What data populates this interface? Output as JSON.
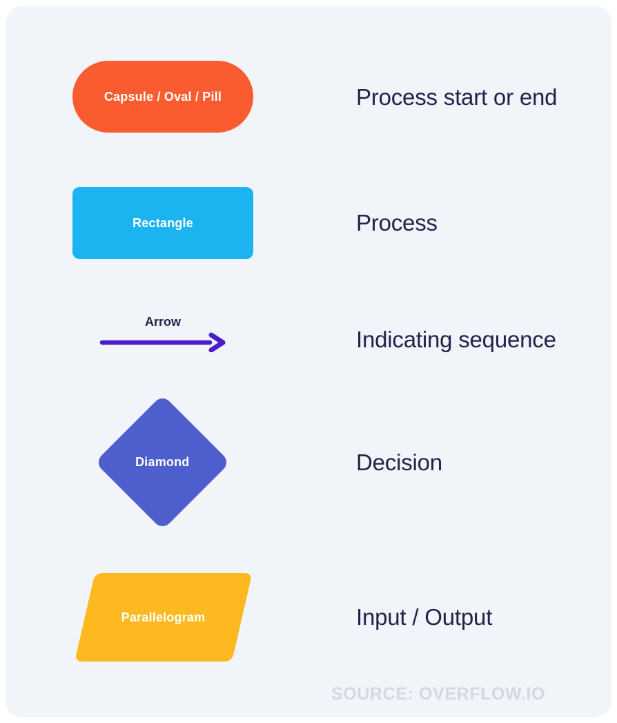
{
  "page": {
    "outer_background": "#FFFFFF",
    "panel_background": "#F1F4F9",
    "text_color": "#212349"
  },
  "rows": [
    {
      "shape": "capsule",
      "shape_label": "Capsule / Oval / Pill",
      "shape_color": "#FA5C2F",
      "meaning": "Process start or end"
    },
    {
      "shape": "rectangle",
      "shape_label": "Rectangle",
      "shape_color": "#1BB4F0",
      "meaning": "Process"
    },
    {
      "shape": "arrow",
      "shape_label": "Arrow",
      "shape_color": "#4A1DC9",
      "meaning": "Indicating sequence"
    },
    {
      "shape": "diamond",
      "shape_label": "Diamond",
      "shape_color": "#4E5ECC",
      "meaning": "Decision"
    },
    {
      "shape": "parallelogram",
      "shape_label": "Parallelogram",
      "shape_color": "#FDB91F",
      "meaning": "Input / Output"
    }
  ],
  "footer": {
    "source": "SOURCE: OVERFLOW.IO",
    "source_color": "#D3D9E2"
  }
}
